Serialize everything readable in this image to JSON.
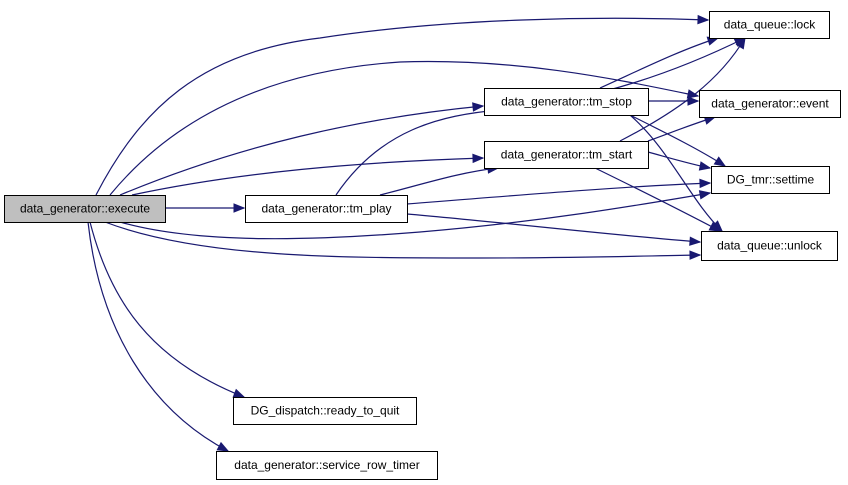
{
  "colors": {
    "edge": "#191970",
    "node_fill": "#ffffff",
    "root_fill": "#bfbfbf",
    "border": "#000000"
  },
  "nodes": [
    {
      "id": "execute",
      "label": "data_generator::execute",
      "root": true
    },
    {
      "id": "tm_play",
      "label": "data_generator::tm_play"
    },
    {
      "id": "tm_stop",
      "label": "data_generator::tm_stop"
    },
    {
      "id": "tm_start",
      "label": "data_generator::tm_start"
    },
    {
      "id": "lock",
      "label": "data_queue::lock"
    },
    {
      "id": "event",
      "label": "data_generator::event"
    },
    {
      "id": "settime",
      "label": "DG_tmr::settime"
    },
    {
      "id": "unlock",
      "label": "data_queue::unlock"
    },
    {
      "id": "ready_to_quit",
      "label": "DG_dispatch::ready_to_quit"
    },
    {
      "id": "service_row_timer",
      "label": "data_generator::service_row_timer"
    }
  ],
  "edges": [
    {
      "from": "execute",
      "to": "lock"
    },
    {
      "from": "execute",
      "to": "event"
    },
    {
      "from": "execute",
      "to": "tm_stop"
    },
    {
      "from": "execute",
      "to": "tm_start"
    },
    {
      "from": "execute",
      "to": "tm_play"
    },
    {
      "from": "execute",
      "to": "settime"
    },
    {
      "from": "execute",
      "to": "unlock"
    },
    {
      "from": "execute",
      "to": "ready_to_quit"
    },
    {
      "from": "execute",
      "to": "service_row_timer"
    },
    {
      "from": "tm_play",
      "to": "lock"
    },
    {
      "from": "tm_play",
      "to": "tm_start"
    },
    {
      "from": "tm_play",
      "to": "settime"
    },
    {
      "from": "tm_play",
      "to": "unlock"
    },
    {
      "from": "tm_stop",
      "to": "lock"
    },
    {
      "from": "tm_stop",
      "to": "event"
    },
    {
      "from": "tm_stop",
      "to": "settime"
    },
    {
      "from": "tm_stop",
      "to": "unlock"
    },
    {
      "from": "tm_start",
      "to": "lock"
    },
    {
      "from": "tm_start",
      "to": "event"
    },
    {
      "from": "tm_start",
      "to": "settime"
    },
    {
      "from": "tm_start",
      "to": "unlock"
    }
  ]
}
